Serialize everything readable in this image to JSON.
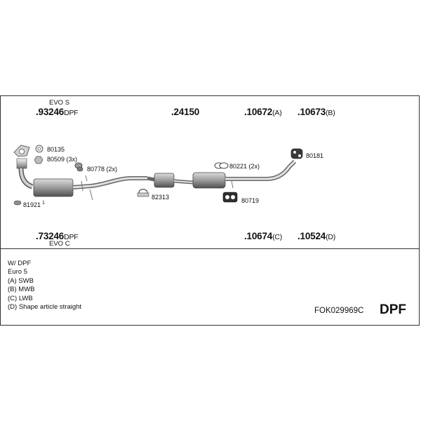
{
  "parts_top": {
    "evo_s": "EVO S",
    "p93246": {
      "num": ".93246",
      "suffix": "DPF"
    },
    "p24150": {
      "num": ".24150"
    },
    "p10672": {
      "num": ".10672",
      "suffix": "(A)"
    },
    "p10673": {
      "num": ".10673",
      "suffix": "(B)"
    }
  },
  "parts_bottom": {
    "p73246": {
      "num": ".73246",
      "suffix": "DPF"
    },
    "evo_c": "EVO C",
    "p10674": {
      "num": ".10674",
      "suffix": "(C)"
    },
    "p10524": {
      "num": ".10524",
      "suffix": "(D)"
    }
  },
  "small_parts": {
    "p80135": "80135",
    "p80509": "80509 (3x)",
    "p80778": "80778 (2x)",
    "p81921": "81921",
    "p81921_sup": "1",
    "p82313": "82313",
    "p80221": "80221 (2x)",
    "p80719": "80719",
    "p80181": "80181"
  },
  "notes": [
    "W/ DPF",
    "Euro 5",
    "(A) SWB",
    "(B) MWB",
    "(C) LWB",
    "(D) Shape article straight"
  ],
  "code": "FOK029969C",
  "type_badge": "DPF"
}
